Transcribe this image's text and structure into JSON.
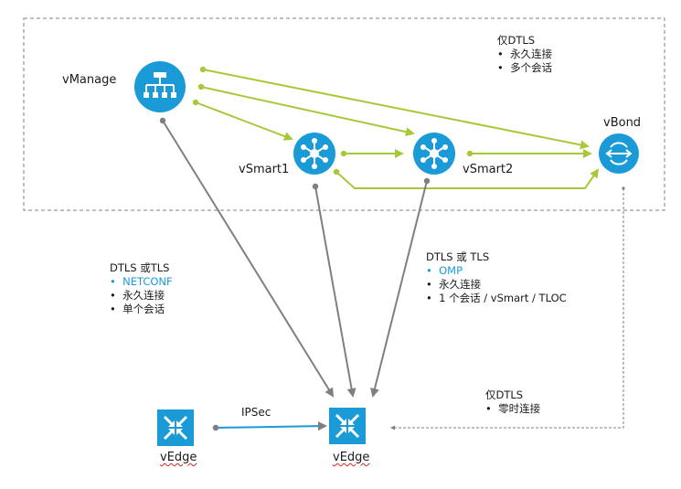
{
  "nodes": {
    "vmanage": "vManage",
    "vsmart1": "vSmart1",
    "vsmart2": "vSmart2",
    "vbond": "vBond",
    "vedge_left": "vEdge",
    "vedge_center": "vEdge"
  },
  "ipsec_label": "IPSec",
  "notes": {
    "top": {
      "title": "仅DTLS",
      "items": [
        "永久连接",
        "多个会话"
      ]
    },
    "netconf": {
      "title": "DTLS 或TLS",
      "items": [
        "NETCONF",
        "永久连接",
        "单个会话"
      ]
    },
    "omp": {
      "title": "DTLS 或 TLS",
      "items": [
        "OMP",
        "永久连接",
        "1 个会话 / vSmart / TLOC"
      ]
    },
    "ztp": {
      "title": "仅DTLS",
      "items": [
        "零时连接"
      ]
    }
  },
  "bullet": "•",
  "colors": {
    "node_blue": "#1a9bd7",
    "link_green": "#a6c93a",
    "control_gray": "#7f7f7f",
    "accent_text": "#1a9bd7",
    "boundary": "#7f7f7f"
  },
  "icons": {
    "vmanage": "management-hierarchy-icon",
    "vsmart": "controller-hub-icon",
    "vbond": "orchestrator-icon",
    "vedge": "router-arrows-icon"
  }
}
